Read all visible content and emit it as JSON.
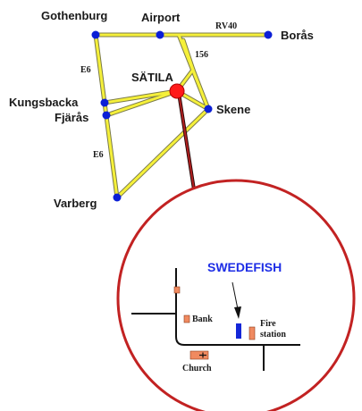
{
  "cities": {
    "gothenburg": "Gothenburg",
    "airport": "Airport",
    "boras": "Borås",
    "satila": "SÄTILA",
    "kungsbacka": "Kungsbacka",
    "fjaras": "Fjärås",
    "skene": "Skene",
    "varberg": "Varberg"
  },
  "roads": {
    "rv40": "RV40",
    "r156": "156",
    "e6_north": "E6",
    "e6_south": "E6"
  },
  "inset": {
    "company": "SWEDEFISH",
    "bank": "Bank",
    "fire_station_line1": "Fire",
    "fire_station_line2": "station",
    "church": "Church"
  },
  "colors": {
    "road": "#f5f03a",
    "road_edge": "#7a7a4a",
    "city_dot": "#0b1fd6",
    "satila_dot": "#ff1a1a",
    "connector": "#b32020",
    "circle": "#c22222",
    "brand": "#1e2ee6",
    "building": "#f08a60",
    "swedefish_building": "#1427d8"
  }
}
